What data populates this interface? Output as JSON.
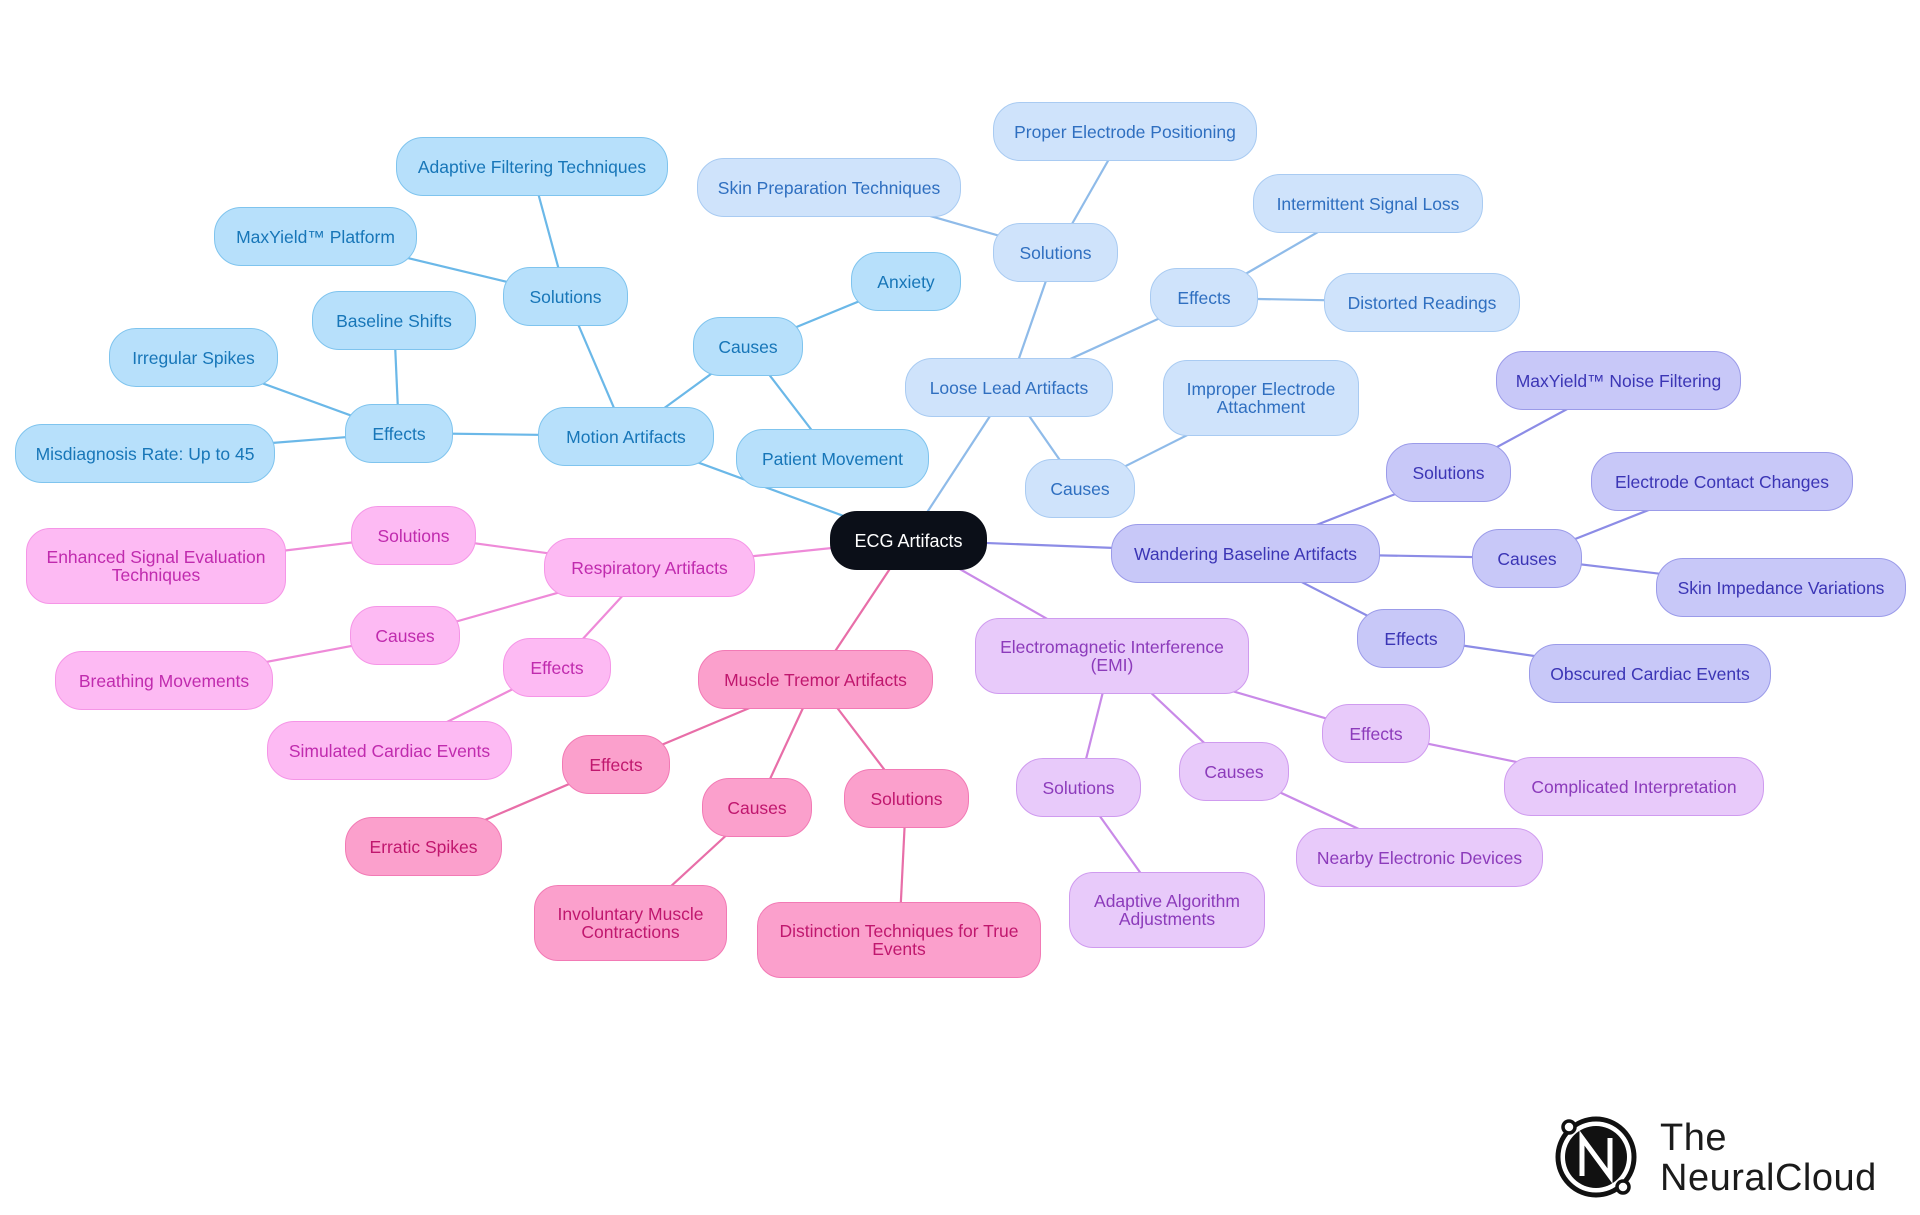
{
  "colors": {
    "root": {
      "fill": "#0b0f18",
      "border": "#0b0f18",
      "text": "#ffffff",
      "edge": "#7aa5d8"
    },
    "motion": {
      "fill": "#b7e0fb",
      "border": "#7fc4ee",
      "text": "#1776b8",
      "edge": "#6bb8e8"
    },
    "loose": {
      "fill": "#cfe3fb",
      "border": "#a9cbf2",
      "text": "#2f6fc0",
      "edge": "#8fbbe9"
    },
    "baseline": {
      "fill": "#c8c8f8",
      "border": "#9b9be9",
      "text": "#3b35b5",
      "edge": "#8c8ce6"
    },
    "emi": {
      "fill": "#e8cafa",
      "border": "#cf9bef",
      "text": "#8c3bbb",
      "edge": "#c98ae8"
    },
    "tremor": {
      "fill": "#fba0cc",
      "border": "#f27ab5",
      "text": "#c0176e",
      "edge": "#e86ea8"
    },
    "respiratory": {
      "fill": "#fdbaf3",
      "border": "#f595e7",
      "text": "#c02bae",
      "edge": "#ee8ad8"
    }
  },
  "root": {
    "label": "ECG Artifacts"
  },
  "branches": [
    {
      "key": "motion",
      "label": "Motion Artifacts",
      "children": [
        {
          "label": "Causes",
          "leaves": [
            "Anxiety",
            "Patient Movement"
          ]
        },
        {
          "label": "Solutions",
          "leaves": [
            "Adaptive Filtering Techniques",
            "MaxYield™ Platform"
          ]
        },
        {
          "label": "Effects",
          "leaves": [
            "Baseline Shifts",
            "Irregular Spikes",
            "Misdiagnosis Rate: Up to 45"
          ]
        }
      ]
    },
    {
      "key": "loose",
      "label": "Loose Lead Artifacts",
      "children": [
        {
          "label": "Solutions",
          "leaves": [
            "Proper Electrode Positioning",
            "Skin Preparation Techniques"
          ]
        },
        {
          "label": "Effects",
          "leaves": [
            "Intermittent Signal Loss",
            "Distorted Readings"
          ]
        },
        {
          "label": "Causes",
          "leaves": [
            "Improper Electrode Attachment"
          ]
        }
      ]
    },
    {
      "key": "baseline",
      "label": "Wandering Baseline Artifacts",
      "children": [
        {
          "label": "Solutions",
          "leaves": [
            "MaxYield™ Noise Filtering"
          ]
        },
        {
          "label": "Causes",
          "leaves": [
            "Electrode Contact Changes",
            "Skin Impedance Variations"
          ]
        },
        {
          "label": "Effects",
          "leaves": [
            "Obscured Cardiac Events"
          ]
        }
      ]
    },
    {
      "key": "emi",
      "label": "Electromagnetic Interference (EMI)",
      "children": [
        {
          "label": "Effects",
          "leaves": [
            "Complicated Interpretation"
          ]
        },
        {
          "label": "Causes",
          "leaves": [
            "Nearby Electronic Devices"
          ]
        },
        {
          "label": "Solutions",
          "leaves": [
            "Adaptive Algorithm Adjustments"
          ]
        }
      ]
    },
    {
      "key": "tremor",
      "label": "Muscle Tremor Artifacts",
      "children": [
        {
          "label": "Effects",
          "leaves": [
            "Erratic Spikes"
          ]
        },
        {
          "label": "Causes",
          "leaves": [
            "Involuntary Muscle Contractions"
          ]
        },
        {
          "label": "Solutions",
          "leaves": [
            "Distinction Techniques for True Events"
          ]
        }
      ]
    },
    {
      "key": "respiratory",
      "label": "Respiratory Artifacts",
      "children": [
        {
          "label": "Solutions",
          "leaves": [
            "Enhanced Signal Evaluation Techniques"
          ]
        },
        {
          "label": "Causes",
          "leaves": [
            "Breathing Movements"
          ]
        },
        {
          "label": "Effects",
          "leaves": [
            "Simulated Cardiac Events"
          ]
        }
      ]
    }
  ],
  "logo": {
    "line1": "The",
    "line2": "NeuralCloud",
    "icon": "neuralcloud-logo-icon"
  }
}
